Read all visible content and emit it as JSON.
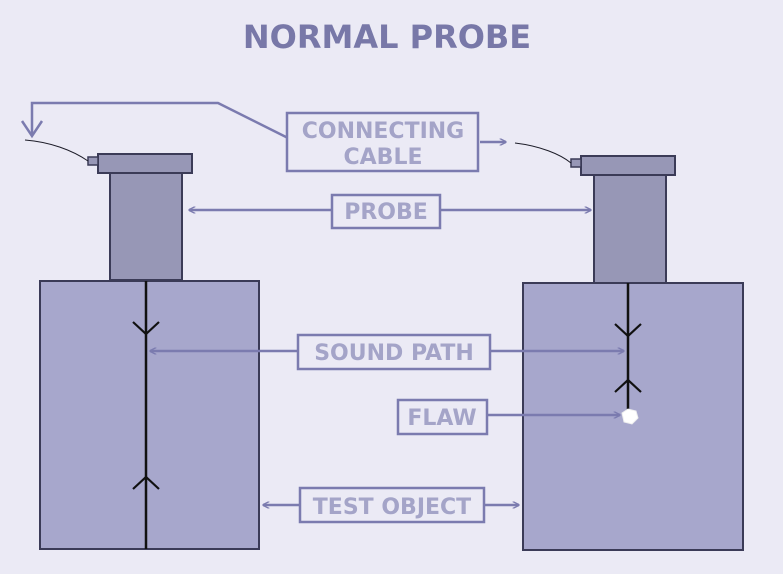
{
  "title": "NORMAL PROBE",
  "labels": {
    "connecting_cable_line1": "CONNECTING",
    "connecting_cable_line2": "CABLE",
    "probe": "PROBE",
    "sound_path": "SOUND PATH",
    "flaw": "FLAW",
    "test_object": "TEST OBJECT"
  },
  "colors": {
    "background": "#ebeaf5",
    "block_fill": "#a7a7cc",
    "probe_fill": "#9797b6",
    "outline": "#3b3b57",
    "annotation": "#7b7baf",
    "label_text": "#a4a4c8",
    "title_text": "#7878a8",
    "flaw": "#ffffff"
  }
}
